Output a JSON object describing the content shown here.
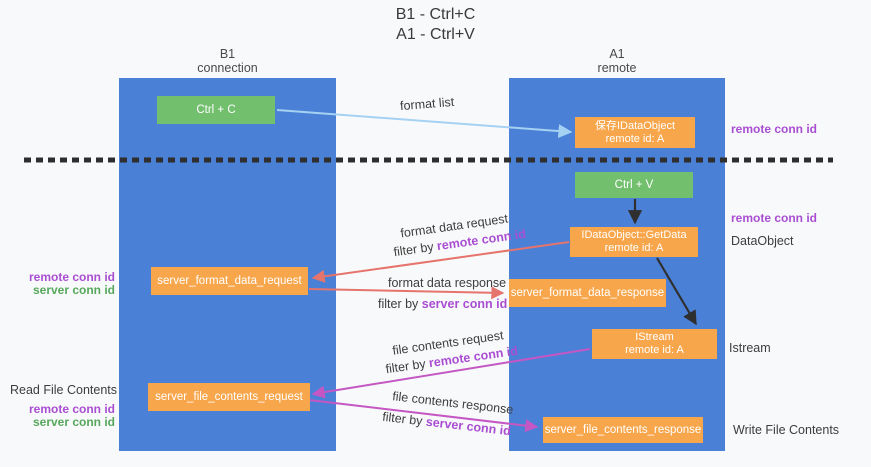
{
  "title": {
    "line1": "B1 - Ctrl+C",
    "line2": "A1 - Ctrl+V"
  },
  "lanes": {
    "left": {
      "name": "B1",
      "subtitle": "connection"
    },
    "right": {
      "name": "A1",
      "subtitle": "remote"
    }
  },
  "boxes": {
    "ctrl_c": {
      "label": "Ctrl + C"
    },
    "ctrl_v": {
      "label": "Ctrl + V"
    },
    "save_dataobject": {
      "line1": "保存IDataObject",
      "line2": "remote id: A"
    },
    "getdata": {
      "line1": "IDataObject::GetData",
      "line2": "remote id: A"
    },
    "istream": {
      "line1": "IStream",
      "line2": "remote id: A"
    },
    "server_format_data_request": {
      "label": "server_format_data_request"
    },
    "server_format_data_response": {
      "label": "server_format_data_response"
    },
    "server_file_contents_request": {
      "label": "server_file_contents_request"
    },
    "server_file_contents_response": {
      "label": "server_file_contents_response"
    }
  },
  "labels": {
    "format_list": "format list",
    "format_data_request": "format data request",
    "format_data_response": "format data response",
    "file_contents_request": "file contents request",
    "file_contents_response": "file contents response",
    "filter_by": "filter by ",
    "remote_conn_id": "remote conn id",
    "server_conn_id": "server conn id",
    "dataobject": "DataObject",
    "istream": "Istream",
    "read_file_contents": "Read File Contents",
    "write_file_contents": "Write File Contents"
  },
  "colors": {
    "lane_blue": "#4a80d6",
    "box_orange": "#f8a64b",
    "box_green": "#72bf6e",
    "arrow_red": "#e5746c",
    "arrow_magenta": "#c457c4",
    "arrow_light_blue": "#a5d2f3",
    "arrow_black": "#2f2f2f",
    "text_purple": "#a94ed2",
    "text_green": "#57a85c",
    "background": "#f8f9fa"
  }
}
